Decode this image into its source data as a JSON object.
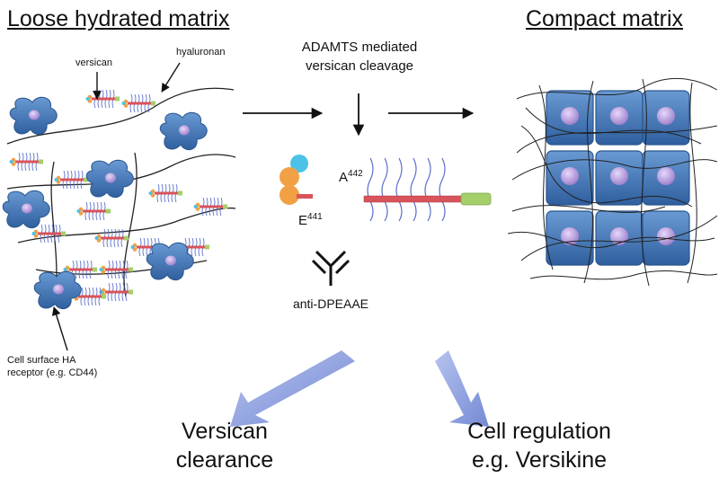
{
  "titles": {
    "left": "Loose hydrated matrix",
    "right": "Compact matrix"
  },
  "labels": {
    "versican": "versican",
    "hyaluronan": "hyaluronan",
    "receptor_line1": "Cell surface HA",
    "receptor_line2": "receptor (e.g. CD44)",
    "process_line1": "ADAMTS mediated",
    "process_line2": "versican cleavage",
    "cleavage_e": "E",
    "cleavage_e_sup": "441",
    "cleavage_a": "A",
    "cleavage_a_sup": "442",
    "antibody": "anti-DPEAAE"
  },
  "outcomes": {
    "left_line1": "Versican",
    "left_line2": "clearance",
    "right_line1": "Cell regulation",
    "right_line2": "e.g. Versikine"
  },
  "colors": {
    "cell_blue": "#3f78b9",
    "nucleus_purple": "#b9a0e0",
    "core_protein_red": "#d9535a",
    "g3_domain_green": "#a4cf6a",
    "g1_orange": "#f2a044",
    "g1_cyan": "#4cc3e6",
    "gag_chain_blue": "#5b6fc9",
    "outcome_arrow": "#8fa2dd"
  }
}
